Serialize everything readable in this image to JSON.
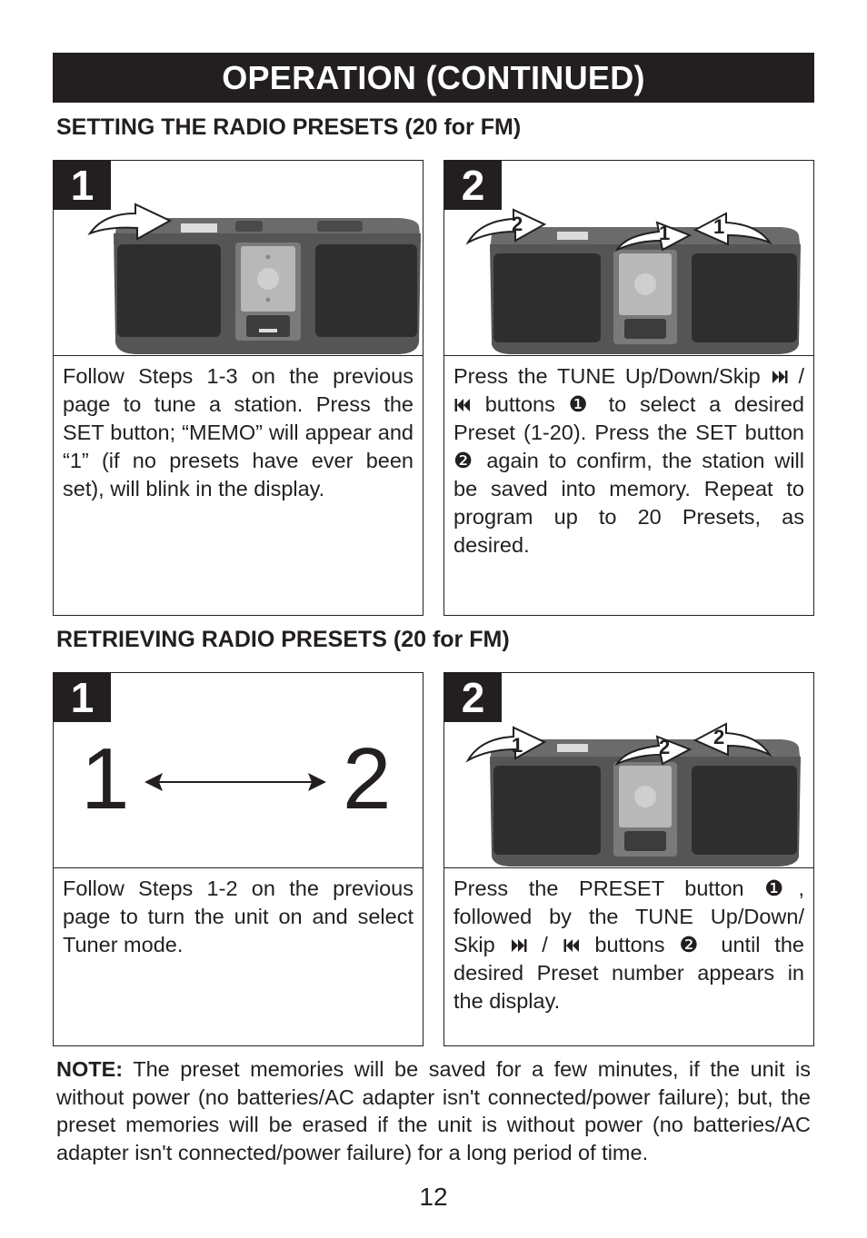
{
  "header": {
    "title": "OPERATION (CONTINUED)"
  },
  "setting": {
    "title": "SETTING THE RADIO PRESETS (20 for FM)",
    "step1": {
      "badge": "1",
      "text": "Follow Steps 1-3 on the previous page to tune a station. Press the SET button; “MEMO” will appear and “1” (if no presets have ever been set), will blink in the display."
    },
    "step2": {
      "badge": "2",
      "arrow_labels": [
        "2",
        "1",
        "1"
      ],
      "text_a": "Press the TUNE Up/Down/Skip ",
      "text_sep": " / ",
      "text_b": " buttons ",
      "marker1": "❶",
      "text_c": " to select a desired Preset (1-20). Press the SET button ",
      "marker2": "❷",
      "text_d": " again to confirm, the station will be saved into memory. Repeat to program up to 20 Presets, as desired."
    }
  },
  "retrieving": {
    "title": "RETRIEVING RADIO PRESETS (20 for FM)",
    "step1": {
      "badge": "1",
      "seq_left": "1",
      "seq_right": "2",
      "text": "Follow Steps 1-2 on the previous page to turn the unit on and select Tuner mode."
    },
    "step2": {
      "badge": "2",
      "arrow_labels": [
        "1",
        "2",
        "2"
      ],
      "text_a": "Press the PRESET button ",
      "marker1": "❶",
      "text_b": ", followed by the TUNE Up/Down/ Skip ",
      "text_sep": " / ",
      "text_c": " buttons ",
      "marker2": "❷",
      "text_d": " until the desired Preset number appears in the display."
    }
  },
  "note": {
    "label": "NOTE:",
    "text": " The preset memories will be saved for a few minutes, if the unit is without power (no batteries/AC adapter isn't connected/power failure); but, the preset memories will be erased if the unit is without power (no batteries/AC adapter isn't connected/power failure) for a long period of time."
  },
  "page_number": "12",
  "colors": {
    "ink": "#231f20",
    "device_body": "#5a5a5a",
    "speaker": "#2e2e2e",
    "dock": "#b8b8b8"
  }
}
